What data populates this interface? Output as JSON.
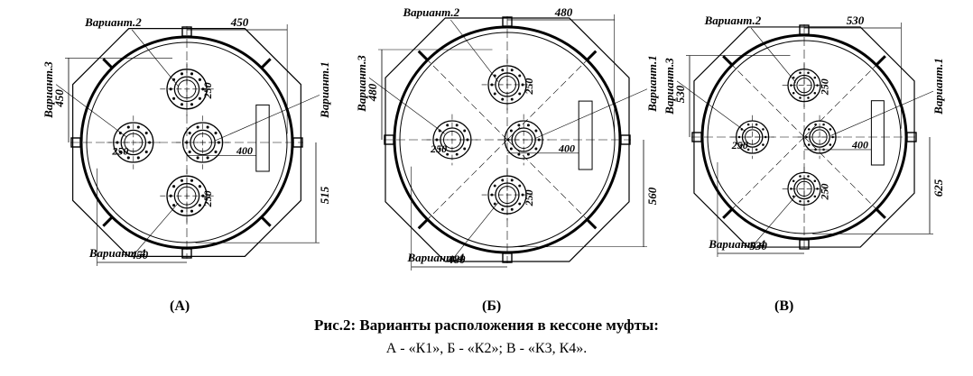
{
  "panels": [
    {
      "label": "(А)",
      "variants": [
        "Вариант.1",
        "Вариант.2",
        "Вариант.3",
        "Вариант.4"
      ],
      "dims": {
        "top": "450",
        "bottom": "450",
        "left_v": "450",
        "r_v": "515",
        "h_right": "400",
        "pipe2": "250",
        "pipe3": "250",
        "pipe4": "250"
      }
    },
    {
      "label": "(Б)",
      "variants": [
        "Вариант.1",
        "Вариант.2",
        "Вариант.3",
        "Вариант.4"
      ],
      "dims": {
        "top": "480",
        "bottom": "480",
        "left_v": "480",
        "r_v": "560",
        "h_right": "400",
        "pipe2": "250",
        "pipe3": "250",
        "pipe4": "250"
      }
    },
    {
      "label": "(В)",
      "variants": [
        "Вариант.1",
        "Вариант.2",
        "Вариант.3",
        "Вариант.4"
      ],
      "dims": {
        "top": "530",
        "bottom": "530",
        "left_v": "530",
        "r_v": "625",
        "h_right": "400",
        "pipe2": "250",
        "pipe3": "250",
        "pipe4": "250"
      }
    }
  ],
  "caption": {
    "line1": "Рис.2: Варианты расположения в кессоне муфты:",
    "line2": "А - «К1», Б - «К2»; В - «К3, К4»."
  }
}
